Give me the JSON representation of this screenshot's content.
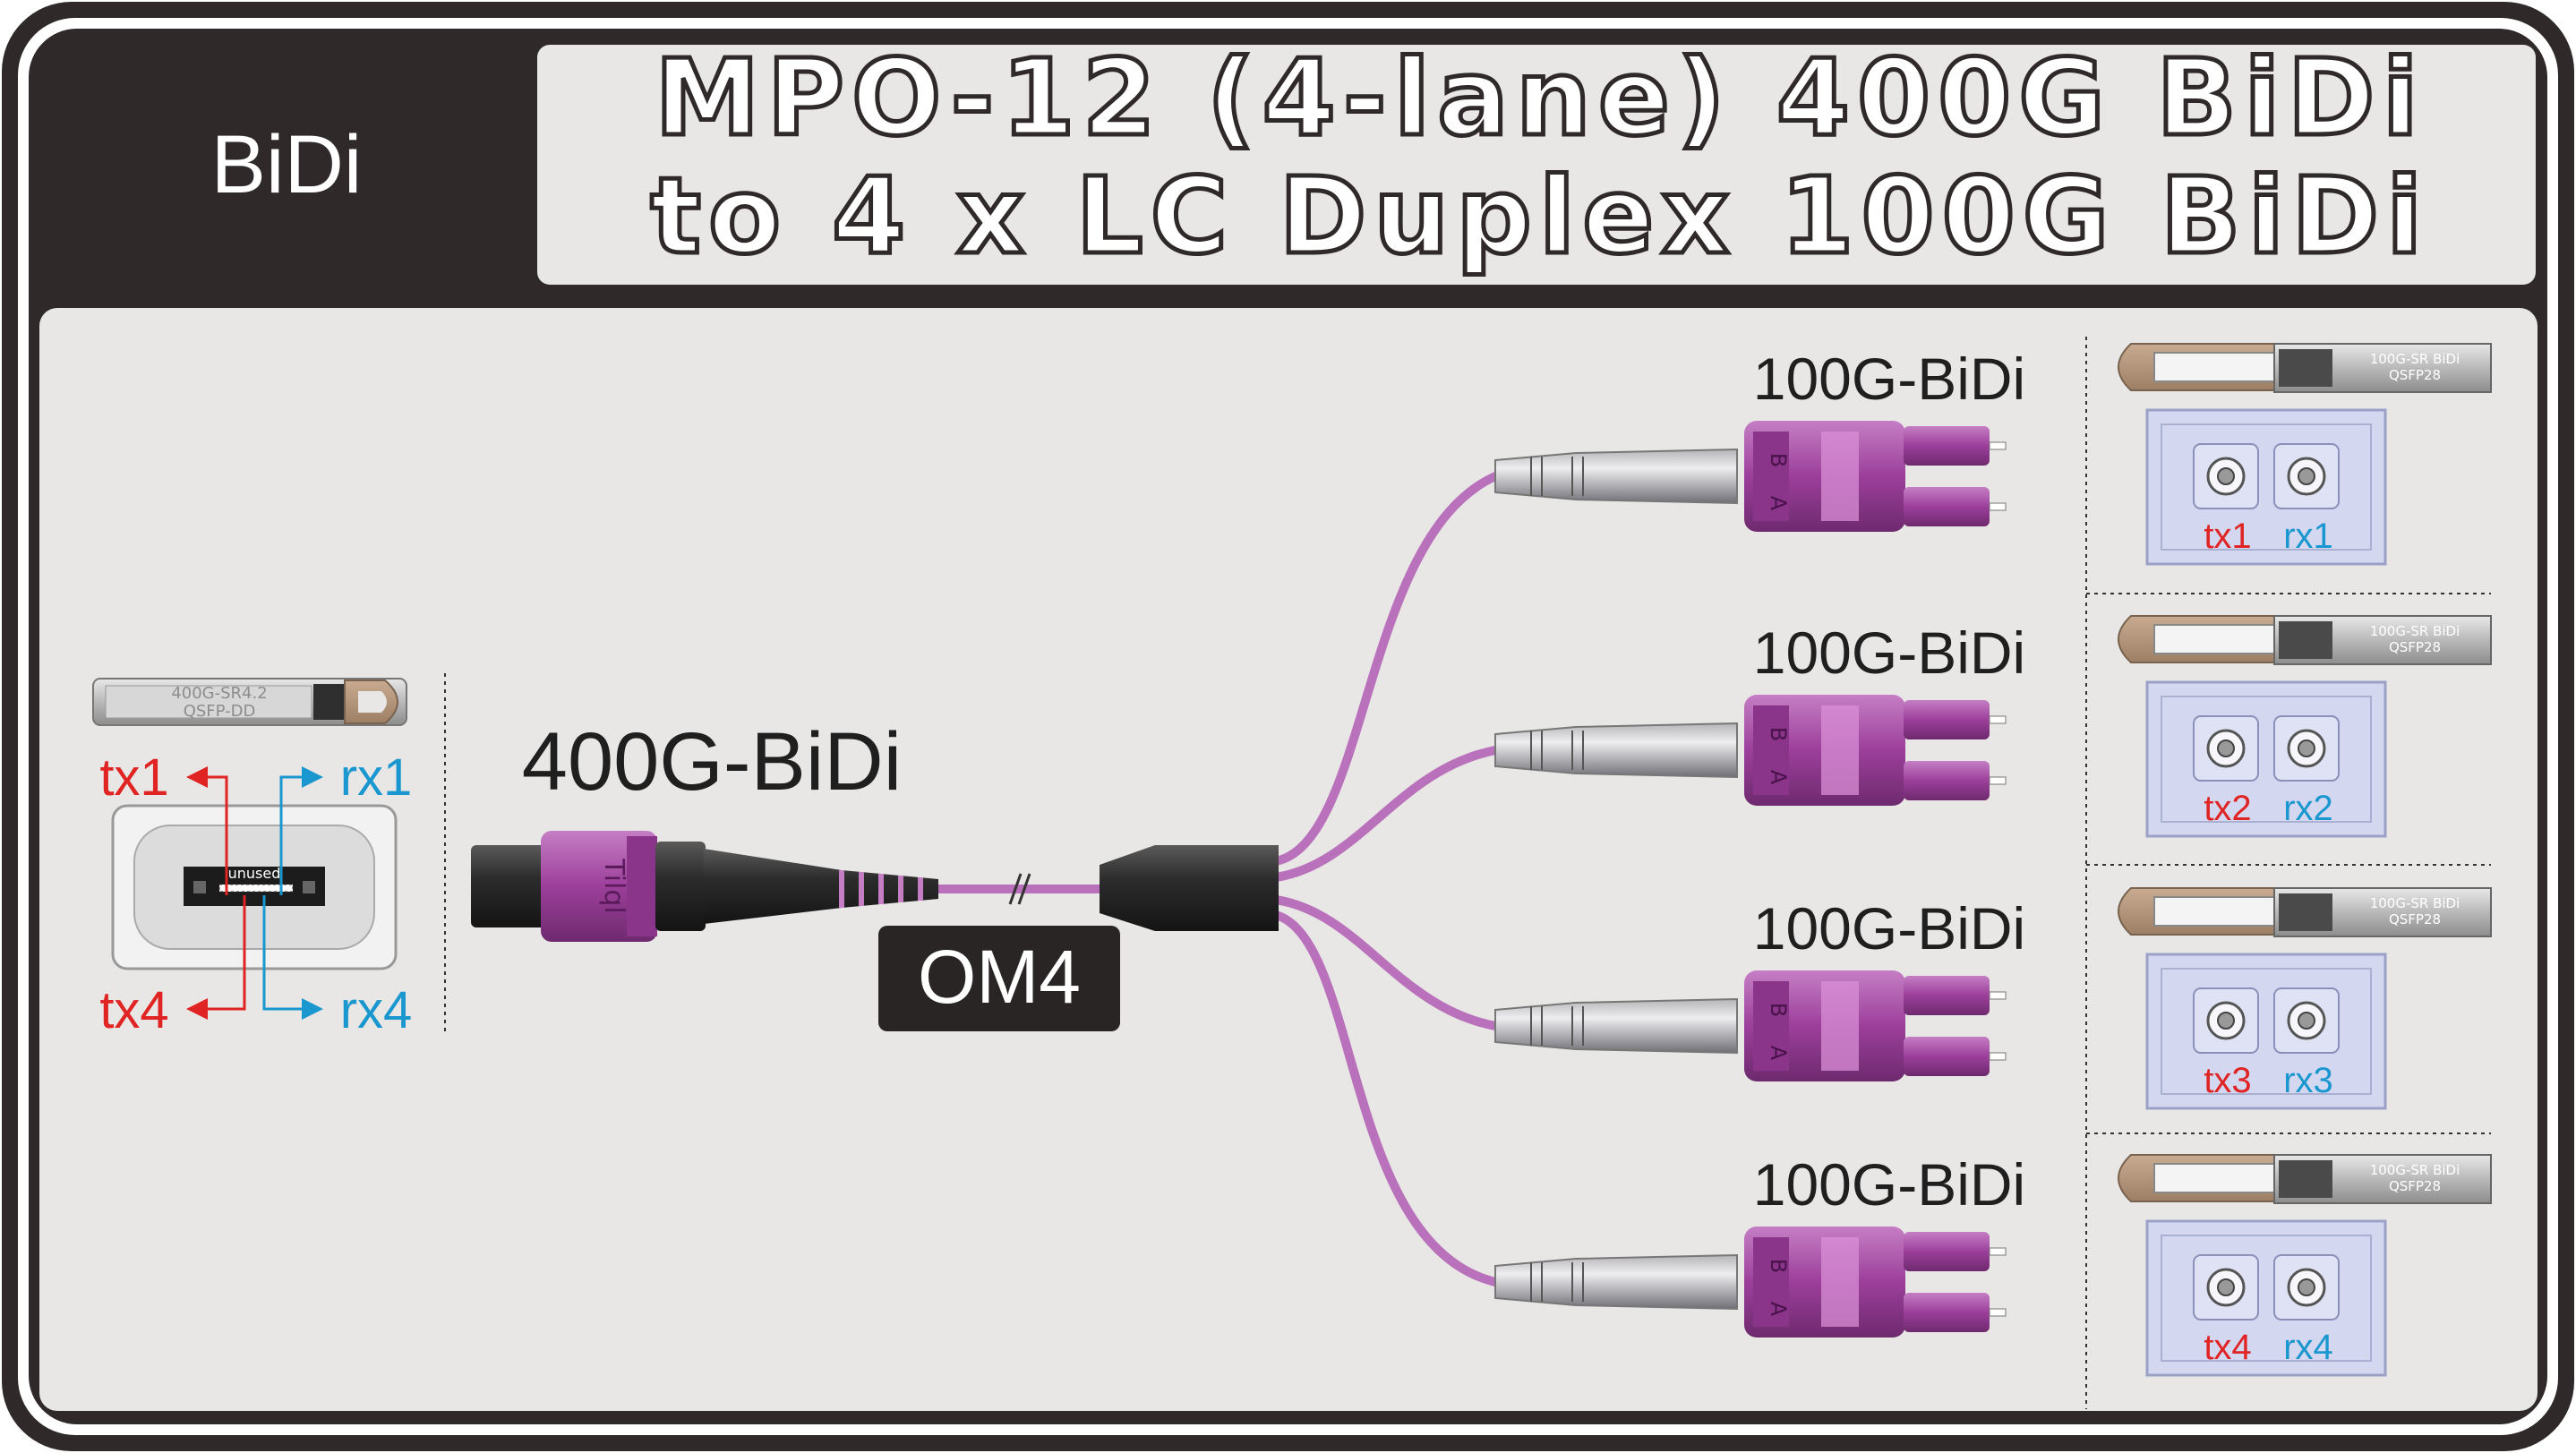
{
  "badge": "BiDi",
  "title": {
    "line1": "MPO-12 (4-lane) 400G BiDi",
    "line2": "to 4 x LC Duplex 100G BiDi"
  },
  "left_module": {
    "label_line1": "400G-SR4.2",
    "label_line2": "QSFP-DD",
    "unused": "unused",
    "tx1": "tx1",
    "rx1": "rx1",
    "tx4": "tx4",
    "rx4": "rx4"
  },
  "trunk": {
    "label": "400G-BiDi",
    "fiber_type": "OM4",
    "mpo_mark": "Tilql"
  },
  "branches": [
    {
      "label": "100G-BiDi",
      "module_l1": "100G-SR BiDi",
      "module_l2": "QSFP28",
      "tx": "tx1",
      "rx": "rx1"
    },
    {
      "label": "100G-BiDi",
      "module_l1": "100G-SR BiDi",
      "module_l2": "QSFP28",
      "tx": "tx2",
      "rx": "rx2"
    },
    {
      "label": "100G-BiDi",
      "module_l1": "100G-SR BiDi",
      "module_l2": "QSFP28",
      "tx": "tx3",
      "rx": "rx3"
    },
    {
      "label": "100G-BiDi",
      "module_l1": "100G-SR BiDi",
      "module_l2": "QSFP28",
      "tx": "tx4",
      "rx": "rx4"
    }
  ],
  "lc_boot_marks": {
    "a": "A",
    "b": "B"
  },
  "colors": {
    "frame": "#2f2a29",
    "panel": "#e8e7e5",
    "magenta": "#a24ba0",
    "fiber": "#b971bb",
    "tx": "#e02323",
    "rx": "#1a97cf",
    "port_fill": "#d3d7ef"
  }
}
